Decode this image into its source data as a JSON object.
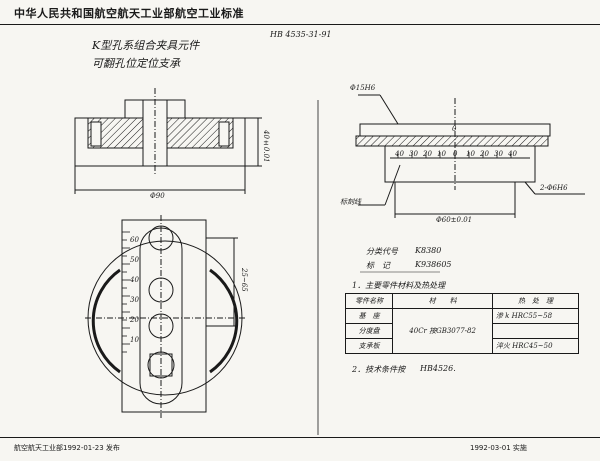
{
  "header": {
    "org_title": "中华人民共和国航空航天工业部航空工业标准",
    "standard_no": "HB 4535-31-91"
  },
  "title": {
    "line1": "K型孔系组合夹具元件",
    "line2": "可翻孔位定位支承"
  },
  "drawing": {
    "dim_diameter": "Φ90",
    "dim_height": "40±0.01",
    "dim_slot": "25~65",
    "dim_hole_top": "Φ15H6",
    "dim_bore": "Φ60±0.01",
    "dim_holes": "2-Φ6H6",
    "callout_scale": "标刻线",
    "scale_top": "0",
    "scale_numbers": [
      "40",
      "30",
      "20",
      "10",
      "0",
      "10",
      "20",
      "30",
      "40"
    ],
    "vertical_scale": [
      "60",
      "50",
      "40",
      "30",
      "20",
      "10"
    ]
  },
  "codes": {
    "class_label": "分类代号",
    "class_value": "K8380",
    "mark_label": "标　记",
    "mark_value": "K938605"
  },
  "notes": {
    "note1": "1．主要零件材料及热处理",
    "note2": "2．技术条件按",
    "note2_ref": "HB4526."
  },
  "spec_table": {
    "headers": [
      "零件名称",
      "材　　料",
      "热　处　理"
    ],
    "rows": [
      [
        "基　座",
        "",
        "渗 k HRC55~58"
      ],
      [
        "分度盘",
        "40Cr 按GB3077-82",
        ""
      ],
      [
        "支承板",
        "",
        "淬火 HRC45~50"
      ]
    ]
  },
  "footer": {
    "issued": "航空航天工业部1992-01-23 发布",
    "effective": "1992-03-01 实施"
  }
}
